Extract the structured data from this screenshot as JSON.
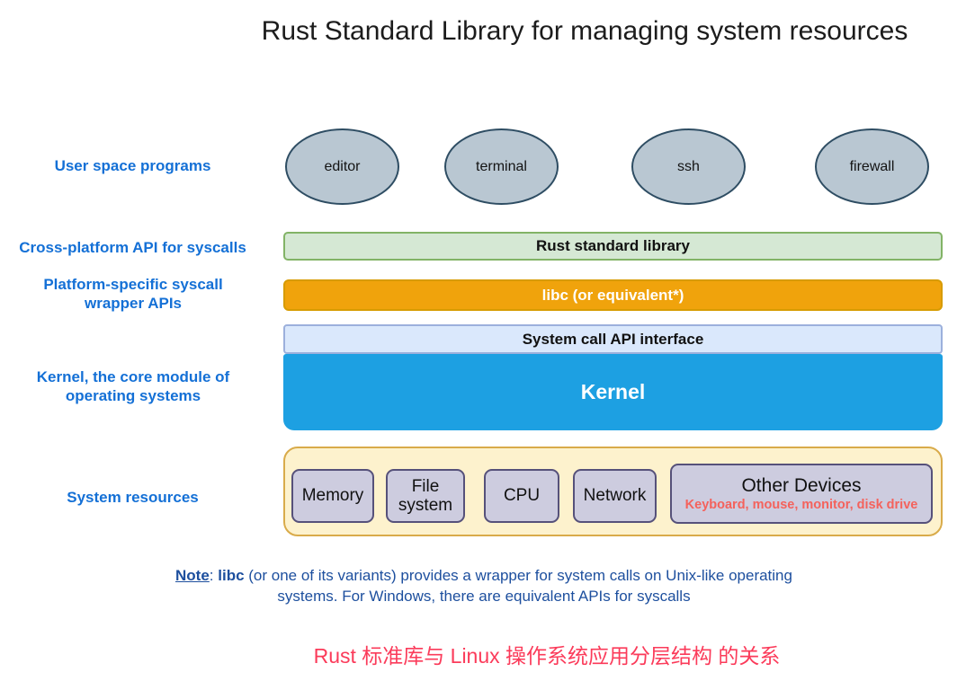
{
  "title": "Rust Standard Library for managing system resources",
  "left_labels": [
    "User space programs",
    "Cross-platform API for syscalls",
    "Platform-specific syscall wrapper APIs",
    "Kernel, the core module of operating systems",
    "System resources"
  ],
  "user_space_programs": [
    "editor",
    "terminal",
    "ssh",
    "firewall"
  ],
  "layers": {
    "rust_std": "Rust standard library",
    "libc": "libc (or equivalent*)",
    "syscall_api": "System call API interface",
    "kernel": "Kernel"
  },
  "system_resources": {
    "items": [
      "Memory",
      "File system",
      "CPU",
      "Network"
    ],
    "other_devices": {
      "title": "Other Devices",
      "subtitle": "Keyboard, mouse, monitor, disk drive"
    }
  },
  "note": {
    "label": "Note",
    "sep": ": ",
    "libc": "libc",
    "rest": " (or one of its variants) provides a wrapper for system calls on Unix-like operating systems. For Windows, there are equivalent APIs for syscalls"
  },
  "caption": "Rust 标准库与 Linux 操作系统应用分层结构 的关系",
  "colors": {
    "side_label_blue": "#1470d6",
    "ellipse_fill": "#b9c7d2",
    "ellipse_border": "#2e4d63",
    "rust_std_fill": "#d5e8d4",
    "rust_std_border": "#82b366",
    "libc_fill": "#f0a30c",
    "libc_border": "#d79b00",
    "syscall_api_fill": "#dae8fc",
    "kernel_fill": "#1da0e2",
    "resources_fill": "#fdf2cd",
    "resources_border": "#d9ab4a",
    "resource_box_fill": "#cdccdf",
    "resource_box_border": "#56517a",
    "devices_subtitle_red": "#f4625c",
    "note_blue": "#1d4f9e",
    "caption_red": "#fb3b5a"
  }
}
